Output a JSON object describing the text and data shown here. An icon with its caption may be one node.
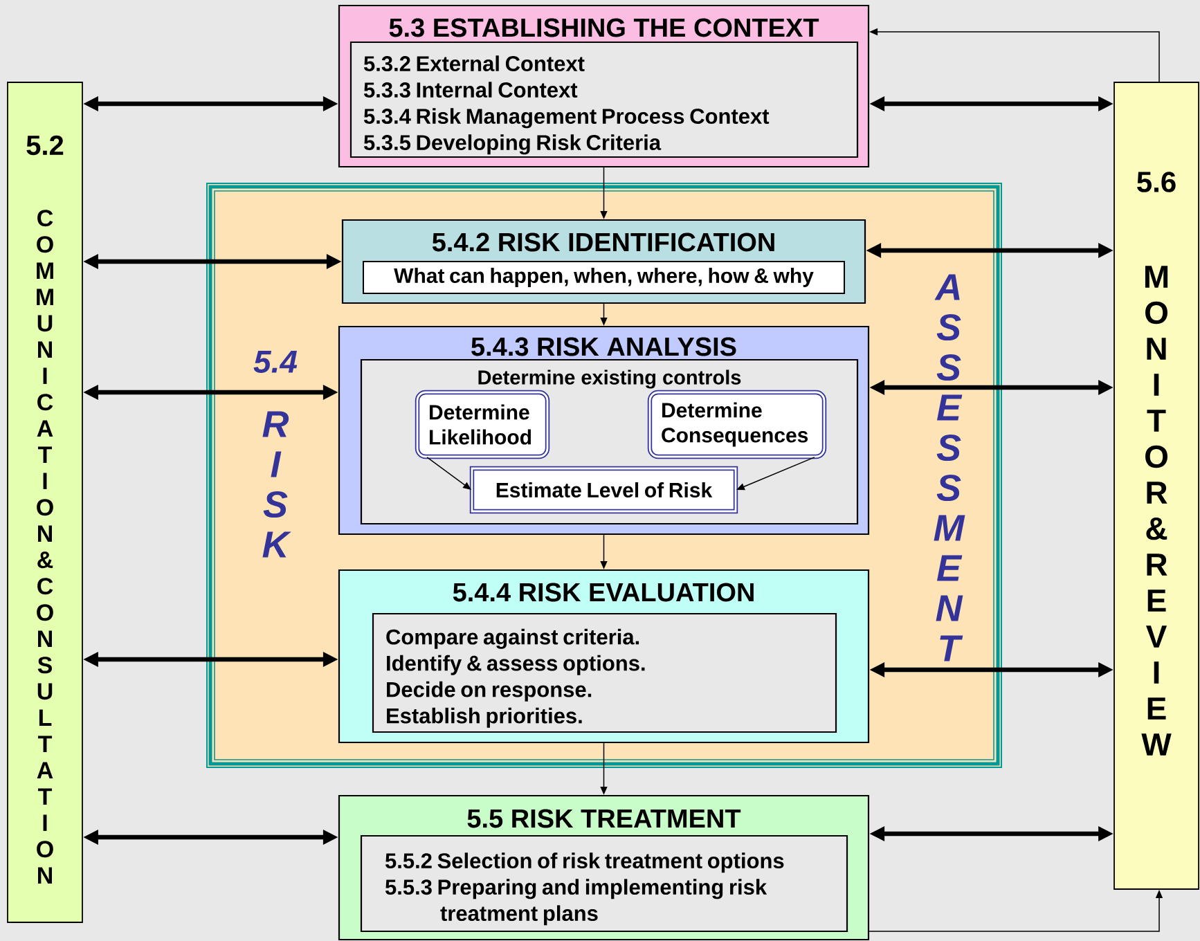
{
  "diagram": {
    "nodes": [
      {
        "text": [
          "5.2",
          "COMMUNICATION & CONSULTATION"
        ]
      },
      {
        "text": [
          "5.3 ESTABLISHING THE CONTEXT"
        ]
      },
      {
        "text": [
          "5.3.2 External Context",
          "5.3.3 Internal Context",
          "5.3.4 Risk Management Process Context",
          "5.3.5 Developing Risk Criteria"
        ],
        "in": 1
      },
      {
        "text": [
          "5.4",
          "RISK",
          "ASSESSMENT"
        ]
      },
      {
        "text": [
          "5.4.2 RISK IDENTIFICATION"
        ],
        "in": 3
      },
      {
        "text": [
          "What can happen, when, where, how & why"
        ],
        "in": 4
      },
      {
        "text": [
          "5.4.3 RISK ANALYSIS"
        ],
        "in": 3
      },
      {
        "text": [
          "Determine existing controls"
        ],
        "in": 6
      },
      {
        "text": [
          "Determine Likelihood"
        ],
        "in": 7
      },
      {
        "text": [
          "Determine Consequences"
        ],
        "in": 7
      },
      {
        "text": [
          "Estimate Level of Risk"
        ],
        "in": 7
      },
      {
        "text": [
          "5.4.4 RISK EVALUATION"
        ],
        "in": 3
      },
      {
        "text": [
          "Compare against criteria.",
          "Identify & assess options.",
          "Decide on response.",
          "Establish priorities."
        ],
        "in": 11
      },
      {
        "text": [
          "5.5 RISK TREATMENT"
        ]
      },
      {
        "text": [
          "5.5.2 Selection of risk treatment options",
          "5.5.3 Preparing and implementing risk treatment plans"
        ],
        "in": 13
      },
      {
        "text": [
          "5.6",
          "MONITOR & REVIEW"
        ]
      }
    ],
    "edges": [
      {
        "from": 0,
        "to": 1,
        "arrow": "both"
      },
      {
        "from": 0,
        "to": 4,
        "arrow": "both"
      },
      {
        "from": 0,
        "to": 6,
        "arrow": "both"
      },
      {
        "from": 0,
        "to": 11,
        "arrow": "both"
      },
      {
        "from": 0,
        "to": 13,
        "arrow": "both"
      },
      {
        "from": 1,
        "to": 15,
        "arrow": "both"
      },
      {
        "from": 4,
        "to": 15,
        "arrow": "both"
      },
      {
        "from": 6,
        "to": 15,
        "arrow": "both"
      },
      {
        "from": 11,
        "to": 15,
        "arrow": "both"
      },
      {
        "from": 13,
        "to": 15,
        "arrow": "both"
      },
      {
        "from": 15,
        "to": 1,
        "arrow": "to"
      },
      {
        "from": 13,
        "to": 15,
        "arrow": "to"
      },
      {
        "from": 1,
        "to": 4,
        "arrow": "to"
      },
      {
        "from": 4,
        "to": 6,
        "arrow": "to"
      },
      {
        "from": 6,
        "to": 11,
        "arrow": "to"
      },
      {
        "from": 11,
        "to": 13,
        "arrow": "to"
      },
      {
        "from": 8,
        "to": 10,
        "arrow": "to"
      },
      {
        "from": 9,
        "to": 10,
        "arrow": "to"
      }
    ]
  }
}
